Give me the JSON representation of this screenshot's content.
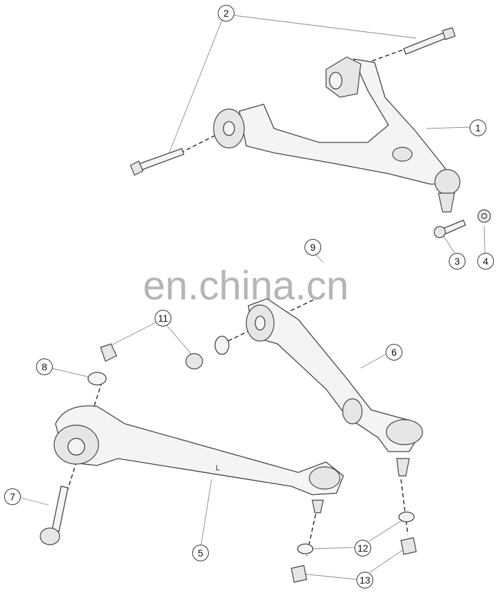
{
  "callouts": {
    "c1": "1",
    "c2": "2",
    "c3": "3",
    "c4": "4",
    "c5": "5",
    "c6": "6",
    "c7": "7",
    "c8": "8",
    "c9": "9",
    "c11": "11",
    "c12": "12",
    "c13": "13"
  },
  "side_mark": "L",
  "watermark": "en.china.cn"
}
